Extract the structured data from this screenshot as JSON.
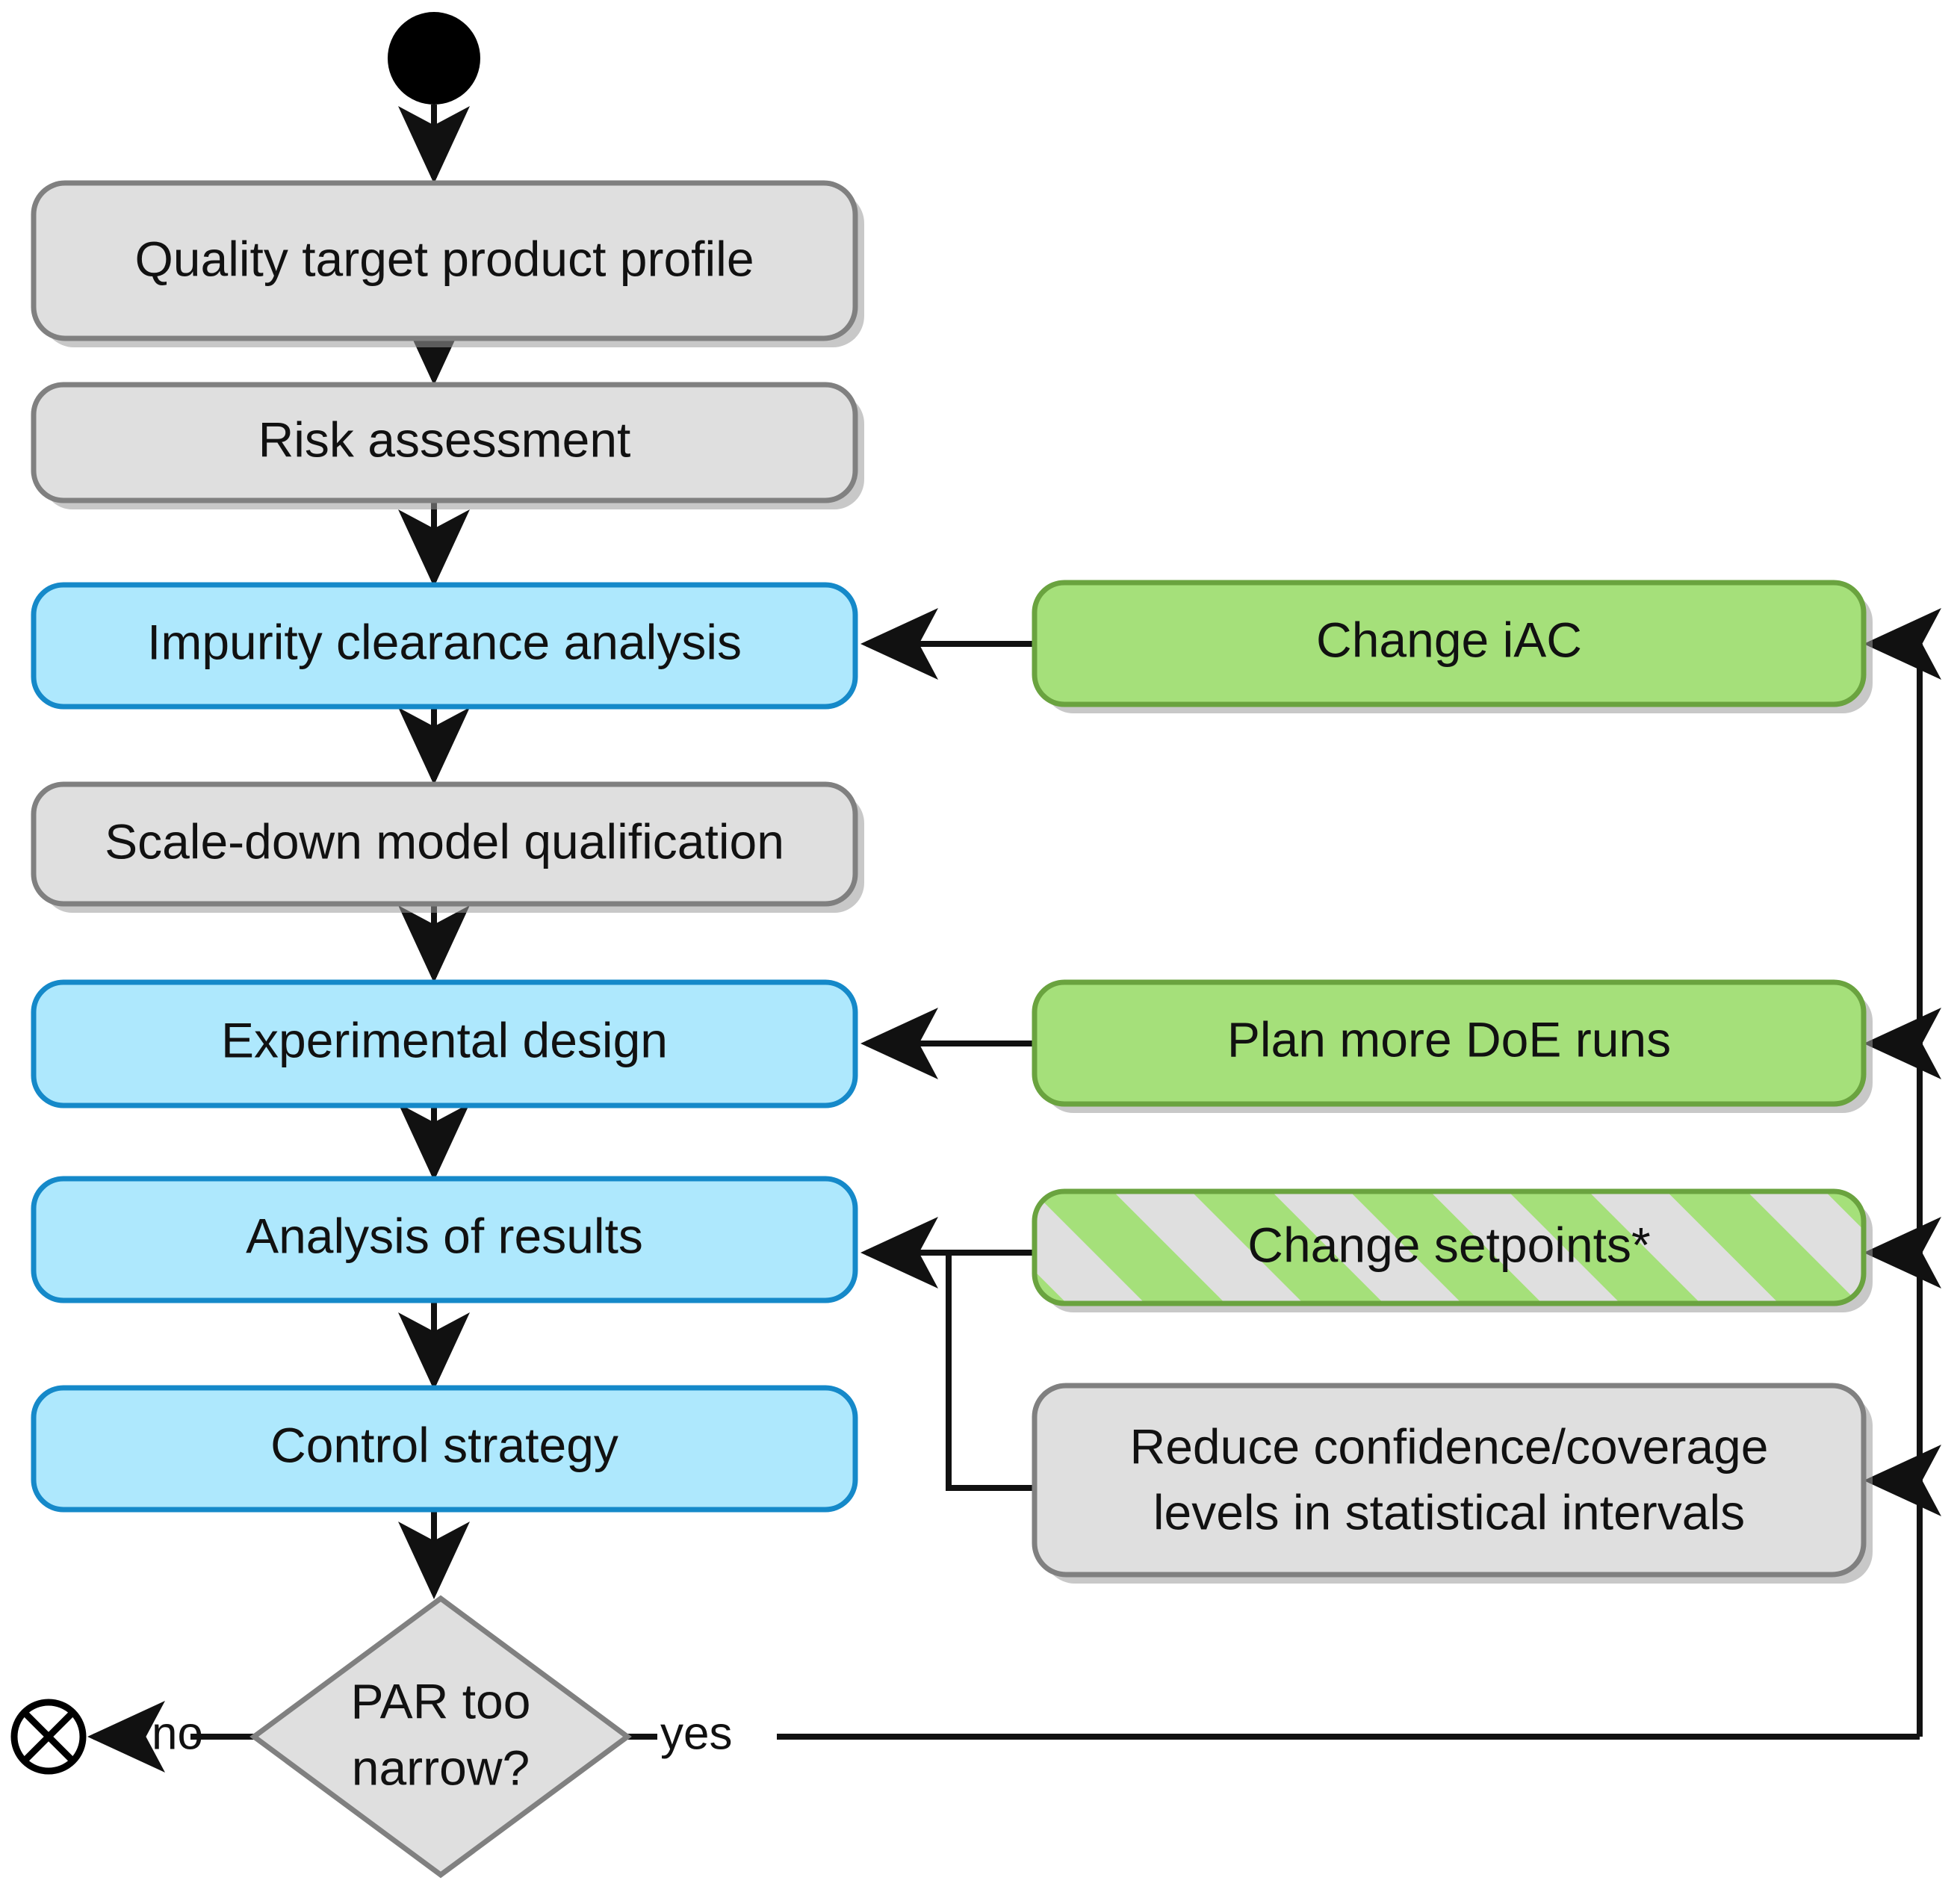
{
  "diagram": {
    "type": "flowchart",
    "title": "QbD impurity clearance / PAR workflow",
    "colors": {
      "gray_fill": "#DFDFDF",
      "gray_stroke": "#808080",
      "blue_fill": "#AEE8FD",
      "blue_stroke": "#1589C9",
      "green_fill": "#A5E07A",
      "green_stroke": "#6AA33F",
      "edge": "#111111",
      "background": "#FFFFFF"
    },
    "nodes": {
      "start": {
        "kind": "start-node",
        "label": ""
      },
      "qtpp": {
        "kind": "activity",
        "style": "gray",
        "label": "Quality target product profile"
      },
      "risk": {
        "kind": "activity",
        "style": "gray",
        "label": "Risk assessment"
      },
      "impurity": {
        "kind": "activity",
        "style": "blue",
        "label": "Impurity clearance analysis"
      },
      "scaledown": {
        "kind": "activity",
        "style": "gray",
        "label": "Scale-down model qualification"
      },
      "expdesign": {
        "kind": "activity",
        "style": "blue",
        "label": "Experimental design"
      },
      "analysis": {
        "kind": "activity",
        "style": "blue",
        "label": "Analysis of results"
      },
      "control": {
        "kind": "activity",
        "style": "blue",
        "label": "Control strategy"
      },
      "changeiac": {
        "kind": "activity",
        "style": "green",
        "label": "Change iAC"
      },
      "plandoe": {
        "kind": "activity",
        "style": "green",
        "label": "Plan more DoE runs"
      },
      "setpoints": {
        "kind": "activity",
        "style": "green-striped",
        "label": "Change setpoints*"
      },
      "reduce": {
        "kind": "activity",
        "style": "gray",
        "label_line1": "Reduce confidence/coverage",
        "label_line2": "levels in statistical intervals"
      },
      "decision": {
        "kind": "decision",
        "style": "gray",
        "label_line1": "PAR too",
        "label_line2": "narrow?"
      },
      "end": {
        "kind": "flow-final-node",
        "label": ""
      }
    },
    "edge_labels": {
      "no": "no",
      "yes": "yes"
    },
    "edges": [
      {
        "from": "start",
        "to": "qtpp",
        "label": ""
      },
      {
        "from": "qtpp",
        "to": "risk",
        "label": ""
      },
      {
        "from": "risk",
        "to": "impurity",
        "label": ""
      },
      {
        "from": "impurity",
        "to": "scaledown",
        "label": ""
      },
      {
        "from": "scaledown",
        "to": "expdesign",
        "label": ""
      },
      {
        "from": "expdesign",
        "to": "analysis",
        "label": ""
      },
      {
        "from": "analysis",
        "to": "control",
        "label": ""
      },
      {
        "from": "control",
        "to": "decision",
        "label": ""
      },
      {
        "from": "decision",
        "to": "end",
        "label": "no"
      },
      {
        "from": "decision",
        "to": "loopback-bus",
        "label": "yes"
      },
      {
        "from": "changeiac",
        "to": "impurity",
        "label": ""
      },
      {
        "from": "plandoe",
        "to": "expdesign",
        "label": ""
      },
      {
        "from": "setpoints",
        "to": "analysis",
        "label": ""
      },
      {
        "from": "reduce",
        "to": "analysis",
        "label": ""
      },
      {
        "from": "loopback-bus",
        "to": "changeiac",
        "label": ""
      },
      {
        "from": "loopback-bus",
        "to": "plandoe",
        "label": ""
      },
      {
        "from": "loopback-bus",
        "to": "setpoints",
        "label": ""
      },
      {
        "from": "loopback-bus",
        "to": "reduce",
        "label": ""
      }
    ]
  }
}
